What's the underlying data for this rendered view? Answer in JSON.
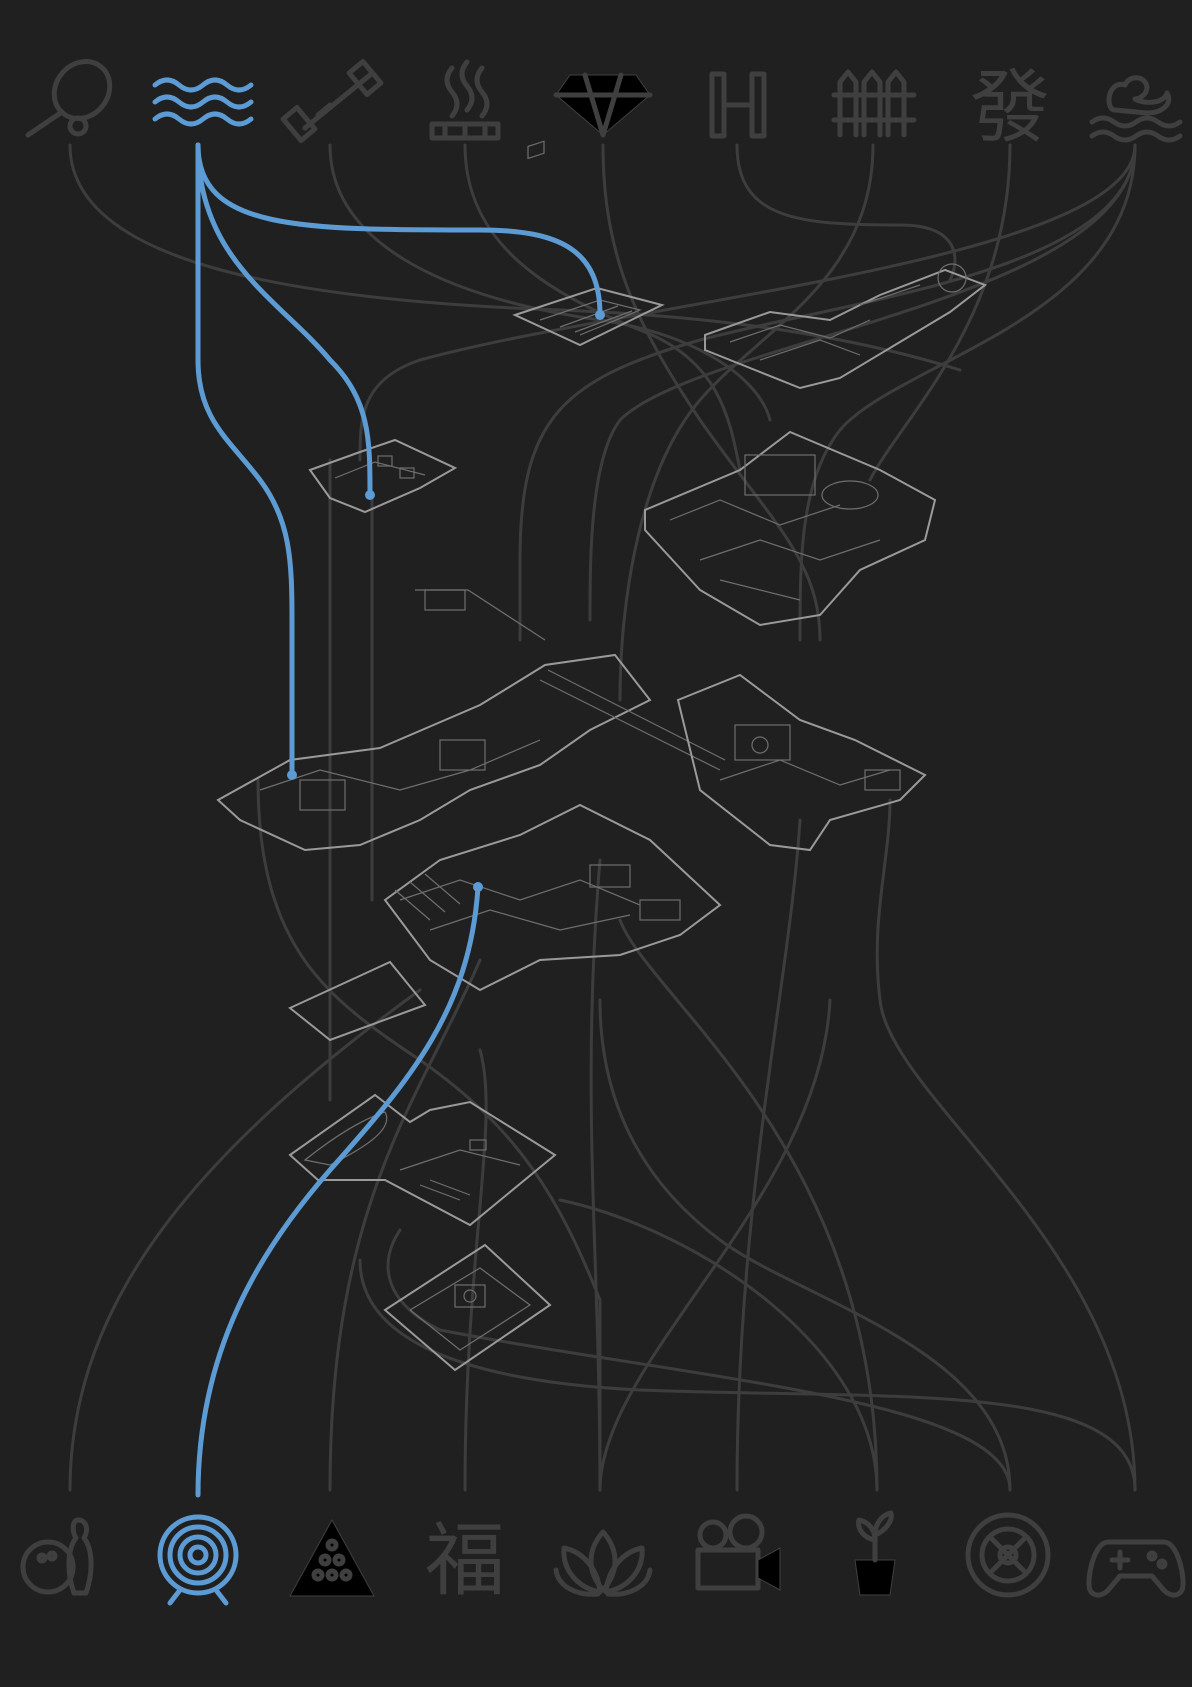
{
  "colors": {
    "background": "#202020",
    "icon_dim": "#3f3f3f",
    "connector": "#3d3d3d",
    "highlight": "#5c9bd3",
    "plan_outline": "#9a9a9a",
    "plan_detail": "#6f6f6f"
  },
  "top_icons": [
    {
      "id": "tennis",
      "icon": "tennis-racket-icon",
      "highlighted": false
    },
    {
      "id": "pool",
      "icon": "water-waves-icon",
      "highlighted": true
    },
    {
      "id": "gym",
      "icon": "dumbbell-icon",
      "highlighted": false
    },
    {
      "id": "sauna",
      "icon": "steam-bath-icon",
      "highlighted": false
    },
    {
      "id": "jewel",
      "icon": "diamond-icon",
      "highlighted": false
    },
    {
      "id": "helipad",
      "icon": "helipad-h-icon",
      "highlighted": false
    },
    {
      "id": "garden",
      "icon": "fence-icon",
      "highlighted": false
    },
    {
      "id": "mahjong",
      "icon": "mahjong-fa-icon",
      "glyph": "發",
      "highlighted": false
    },
    {
      "id": "bath",
      "icon": "duck-on-water-icon",
      "highlighted": false
    }
  ],
  "bottom_icons": [
    {
      "id": "bowling",
      "icon": "bowling-icon",
      "highlighted": false
    },
    {
      "id": "archery",
      "icon": "archery-target-icon",
      "highlighted": true
    },
    {
      "id": "billiards",
      "icon": "billiards-rack-icon",
      "highlighted": false
    },
    {
      "id": "fortune",
      "icon": "fortune-character-icon",
      "glyph": "福",
      "highlighted": false
    },
    {
      "id": "spa",
      "icon": "lotus-icon",
      "highlighted": false
    },
    {
      "id": "cinema",
      "icon": "movie-camera-icon",
      "highlighted": false
    },
    {
      "id": "plants",
      "icon": "potted-plant-icon",
      "highlighted": false
    },
    {
      "id": "casino",
      "icon": "roulette-wheel-icon",
      "highlighted": false
    },
    {
      "id": "gaming",
      "icon": "gamepad-icon",
      "highlighted": false
    }
  ],
  "floor_plans": [
    {
      "id": "plan-roof-deck"
    },
    {
      "id": "plan-upper-residence"
    },
    {
      "id": "plan-small-wing"
    },
    {
      "id": "plan-large-suite"
    },
    {
      "id": "plan-main-level"
    },
    {
      "id": "plan-east-wing"
    },
    {
      "id": "plan-lower-level"
    },
    {
      "id": "plan-basement-pool"
    },
    {
      "id": "plan-cellar"
    }
  ],
  "connections": [
    {
      "from": "pool",
      "to": "plan-roof-deck",
      "highlighted": true
    },
    {
      "from": "pool",
      "to": "plan-small-wing",
      "highlighted": true
    },
    {
      "from": "pool",
      "to": "plan-main-level",
      "highlighted": true
    },
    {
      "from": "archery",
      "to": "plan-lower-level",
      "highlighted": true
    }
  ]
}
